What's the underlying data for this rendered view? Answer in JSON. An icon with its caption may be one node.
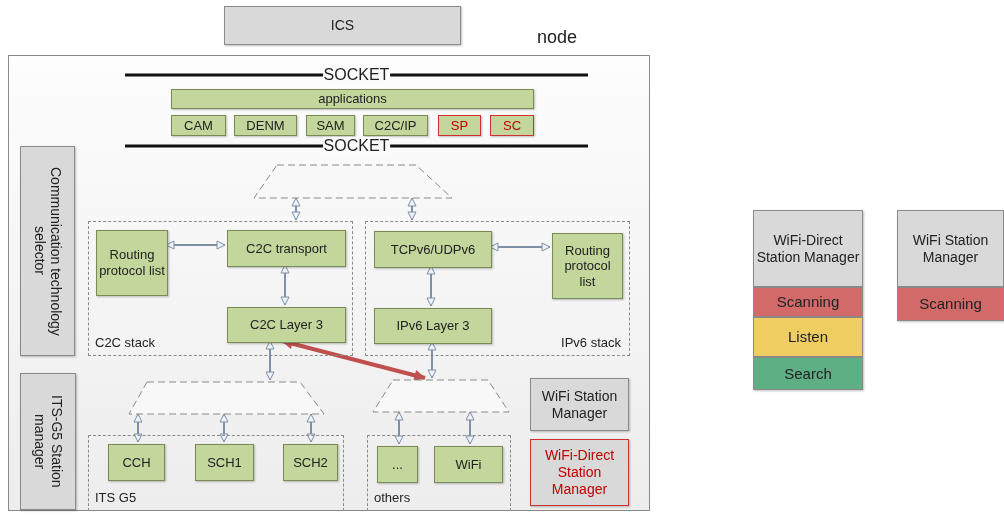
{
  "diagram": {
    "nodes": [
      {
        "text": [
          "ICS"
        ]
      },
      {
        "text": [
          "node"
        ]
      },
      {
        "text": [
          "applications"
        ],
        "in": 1
      },
      {
        "text": [
          "CAM"
        ],
        "in": 1
      },
      {
        "text": [
          "DENM"
        ],
        "in": 1
      },
      {
        "text": [
          "SAM"
        ],
        "in": 1
      },
      {
        "text": [
          "C2C/IP"
        ],
        "in": 1
      },
      {
        "text": [
          "SP"
        ],
        "in": 1
      },
      {
        "text": [
          "SC"
        ],
        "in": 1
      },
      {
        "text": [
          "Communication technology selector"
        ],
        "in": 1
      },
      {
        "text": [],
        "shape": "trapezoid",
        "in": 1
      },
      {
        "text": [
          "C2C stack"
        ],
        "in": 1
      },
      {
        "text": [
          "Routing protocol list"
        ],
        "in": 11
      },
      {
        "text": [
          "C2C transport"
        ],
        "in": 11
      },
      {
        "text": [
          "C2C Layer 3"
        ],
        "in": 11
      },
      {
        "text": [
          "IPv6 stack"
        ],
        "in": 1
      },
      {
        "text": [
          "TCPv6/UDPv6"
        ],
        "in": 15
      },
      {
        "text": [
          "Routing protocol list"
        ],
        "in": 15
      },
      {
        "text": [
          "IPv6 Layer 3"
        ],
        "in": 15
      },
      {
        "text": [
          "ITS-G5 Station manager"
        ],
        "in": 1
      },
      {
        "text": [],
        "shape": "trapezoid",
        "in": 1
      },
      {
        "text": [
          "ITS G5"
        ],
        "in": 1
      },
      {
        "text": [
          "CCH"
        ],
        "in": 21
      },
      {
        "text": [
          "SCH1"
        ],
        "in": 21
      },
      {
        "text": [
          "SCH2"
        ],
        "in": 21
      },
      {
        "text": [],
        "shape": "trapezoid",
        "in": 1
      },
      {
        "text": [
          "others"
        ],
        "in": 1
      },
      {
        "text": [
          "..."
        ],
        "in": 26
      },
      {
        "text": [
          "WiFi"
        ],
        "in": 26
      },
      {
        "text": [
          "WiFi Station Manager"
        ],
        "in": 1
      },
      {
        "text": [
          "WiFi-Direct Station Manager"
        ],
        "in": 1
      },
      {
        "text": [
          "WiFi-Direct Station Manager"
        ]
      },
      {
        "text": [
          "Scanning"
        ]
      },
      {
        "text": [
          "Listen"
        ]
      },
      {
        "text": [
          "Search"
        ]
      },
      {
        "text": [
          "WiFi Station Manager"
        ]
      },
      {
        "text": [
          "Scanning"
        ]
      }
    ],
    "edges": [
      {
        "from": 10,
        "to": 11,
        "arrow": "both"
      },
      {
        "from": 10,
        "to": 15,
        "arrow": "both"
      },
      {
        "from": 12,
        "to": 13,
        "arrow": "both"
      },
      {
        "from": 13,
        "to": 14,
        "arrow": "both"
      },
      {
        "from": 16,
        "to": 17,
        "arrow": "both"
      },
      {
        "from": 16,
        "to": 18,
        "arrow": "both"
      },
      {
        "from": 14,
        "to": 20,
        "arrow": "both"
      },
      {
        "from": 18,
        "to": 25,
        "arrow": "both"
      },
      {
        "from": 14,
        "to": 25,
        "arrow": "both",
        "style": "thick",
        "color": "#c0504d"
      },
      {
        "from": 20,
        "to": 22,
        "arrow": "both"
      },
      {
        "from": 20,
        "to": 23,
        "arrow": "both"
      },
      {
        "from": 20,
        "to": 24,
        "arrow": "both"
      },
      {
        "from": 25,
        "to": 27,
        "arrow": "both"
      },
      {
        "from": 25,
        "to": 28,
        "arrow": "both"
      }
    ],
    "labels": [
      "SOCKET",
      "SOCKET"
    ]
  }
}
